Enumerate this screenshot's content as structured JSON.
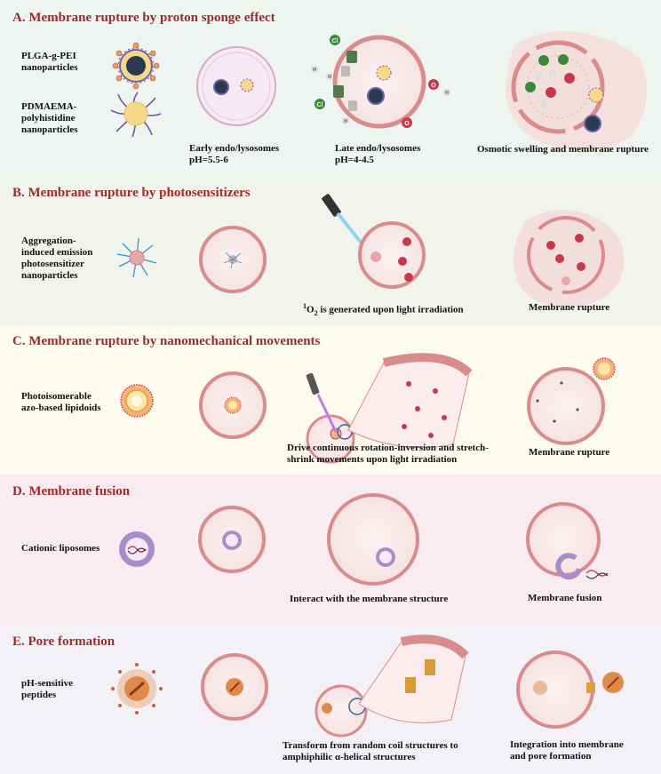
{
  "panels": {
    "a": {
      "title": "A. Membrane rupture by proton sponge effect",
      "np1": [
        "PLGA-g-PEI",
        "nanoparticles"
      ],
      "np2": [
        "PDMAEMA-",
        "polyhistidine",
        "nanoparticles"
      ],
      "cap1": [
        "Early endo/lysosomes",
        "pH=5.5-6"
      ],
      "cap2": [
        "Late endo/lysosomes",
        "pH=4-4.5"
      ],
      "cap3": "Osmotic swelling and membrane rupture",
      "ions": {
        "cl": "Cl",
        "h": "H",
        "o": "O"
      }
    },
    "b": {
      "title": "B. Membrane rupture by photosensitizers",
      "np": [
        "Aggregation-",
        "induced emission",
        "photosensitizer",
        "nanoparticles"
      ],
      "cap1_sup": "1",
      "cap1_o": "O",
      "cap1_sub": "2",
      "cap1_rest": " is generated upon light irradiation",
      "cap2": "Membrane rupture"
    },
    "c": {
      "title": "C. Membrane rupture by nanomechanical movements",
      "np": [
        "Photoisomerable",
        "azo-based lipidoids"
      ],
      "cap1": [
        "Drive continuous rotation-inversion and stretch-",
        "shrink movements upon  light irradiation"
      ],
      "cap2": "Membrane rupture"
    },
    "d": {
      "title": "D. Membrane fusion",
      "np": "Cationic liposomes",
      "cap1": "Interact with the  membrane structure",
      "cap2": "Membrane fusion"
    },
    "e": {
      "title": "E. Pore formation",
      "np": [
        "pH-sensitive",
        "peptides"
      ],
      "cap1": [
        "Transform from  random coil structures to",
        "amphiphilic α-helical structures"
      ],
      "cap2": [
        "Integration into membrane",
        "and pore formation"
      ]
    }
  },
  "colors": {
    "title": "#9e2a2b",
    "membrane": "#d98c8c",
    "cytosol": "#f7e6e6",
    "core": "#f5d98a",
    "ion_green": "#3a8a3a",
    "ion_red": "#c83a4a",
    "channel": "#4e7a4e",
    "liposome": "#a98cc8",
    "peptide": "#e08a4a"
  }
}
